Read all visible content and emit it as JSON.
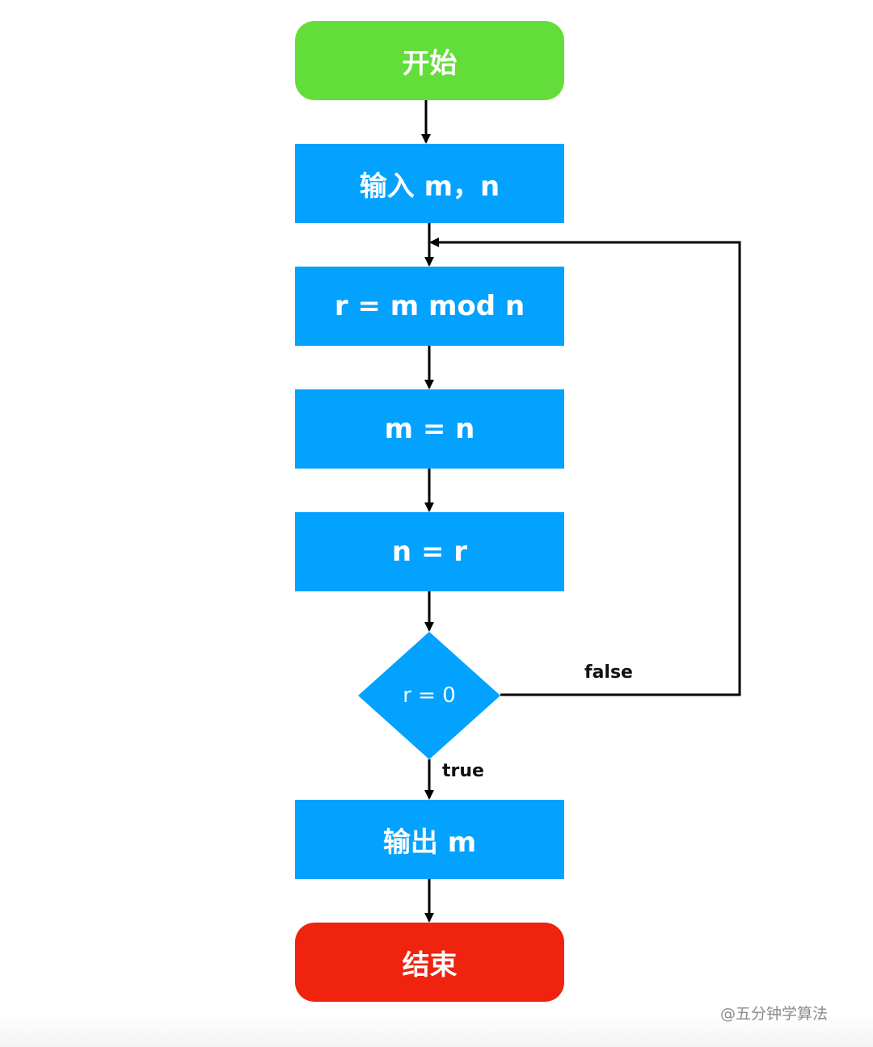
{
  "diagram": {
    "nodes": [
      {
        "id": "start-node",
        "type": "terminal",
        "text": "开始"
      },
      {
        "id": "input-node",
        "type": "process",
        "text": "输入 m，n"
      },
      {
        "id": "mod-node",
        "type": "process",
        "text": "r = m mod n"
      },
      {
        "id": "m-assign-node",
        "type": "process",
        "text": "m = n"
      },
      {
        "id": "n-assign-node",
        "type": "process",
        "text": "n = r"
      },
      {
        "id": "decision-node",
        "type": "decision",
        "text": "r = 0"
      },
      {
        "id": "output-node",
        "type": "process",
        "text": "输出 m"
      },
      {
        "id": "end-node",
        "type": "terminal",
        "text": "结束"
      }
    ],
    "edge_labels": {
      "false": "false",
      "true": "true"
    },
    "colors": {
      "start": "#63DD3A",
      "process": "#03A2FF",
      "decision": "#03A2FF",
      "end": "#EF230E",
      "line": "#000000",
      "text_on_node": "#FFFFFF"
    }
  },
  "watermark": "@五分钟学算法"
}
